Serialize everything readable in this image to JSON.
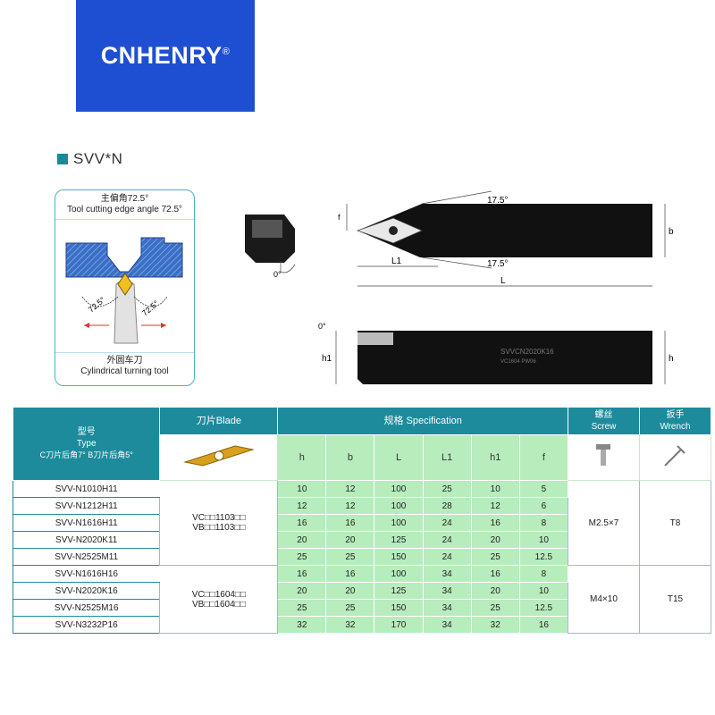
{
  "brand": {
    "name": "CNHENRY",
    "reg": "®"
  },
  "series_title": "SVV*N",
  "card": {
    "top_cn": "主偏角72.5°",
    "top_en": "Tool cutting edge angle 72.5°",
    "angle_left": "72.5°",
    "angle_right": "72.5°",
    "bottom_cn": "外圆车刀",
    "bottom_en": "Cylindrical turning tool"
  },
  "drawing": {
    "clearance": "0°",
    "angle_top": "17.5°",
    "angle_bottom": "17.5°",
    "dim_f": "f",
    "dim_b": "b",
    "dim_L1": "L1",
    "dim_L": "L",
    "side_angle": "0°",
    "dim_h1": "h1",
    "dim_h": "h",
    "engraving": "SVVCN2020K16",
    "engraving2": "VC1604  PW06"
  },
  "table": {
    "header": {
      "type_cn": "型号",
      "type_en": "Type",
      "type_note": "C刀片后角7°  B刀片后角5°",
      "blade": "刀片Blade",
      "spec": "规格 Specification",
      "screw_cn": "螺丝",
      "screw_en": "Screw",
      "wrench_cn": "扳手",
      "wrench_en": "Wrench"
    },
    "columns": [
      "h",
      "b",
      "L",
      "L1",
      "h1",
      "f"
    ],
    "groups": [
      {
        "blade": [
          "VC□□1103□□",
          "VB□□1103□□"
        ],
        "screw": "M2.5×7",
        "wrench": "T8",
        "rows": [
          {
            "model": "SVV-N1010H11",
            "values": [
              "10",
              "12",
              "100",
              "25",
              "10",
              "5"
            ]
          },
          {
            "model": "SVV-N1212H11",
            "values": [
              "12",
              "12",
              "100",
              "28",
              "12",
              "6"
            ]
          },
          {
            "model": "SVV-N1616H11",
            "values": [
              "16",
              "16",
              "100",
              "24",
              "16",
              "8"
            ]
          },
          {
            "model": "SVV-N2020K11",
            "values": [
              "20",
              "20",
              "125",
              "24",
              "20",
              "10"
            ]
          },
          {
            "model": "SVV-N2525M11",
            "values": [
              "25",
              "25",
              "150",
              "24",
              "25",
              "12.5"
            ]
          }
        ]
      },
      {
        "blade": [
          "VC□□1604□□",
          "VB□□1604□□"
        ],
        "screw": "M4×10",
        "wrench": "T15",
        "rows": [
          {
            "model": "SVV-N1616H16",
            "values": [
              "16",
              "16",
              "100",
              "34",
              "16",
              "8"
            ]
          },
          {
            "model": "SVV-N2020K16",
            "values": [
              "20",
              "20",
              "125",
              "34",
              "20",
              "10"
            ]
          },
          {
            "model": "SVV-N2525M16",
            "values": [
              "25",
              "25",
              "150",
              "34",
              "25",
              "12.5"
            ]
          },
          {
            "model": "SVV-N3232P16",
            "values": [
              "32",
              "32",
              "170",
              "34",
              "32",
              "16"
            ]
          }
        ]
      }
    ]
  }
}
